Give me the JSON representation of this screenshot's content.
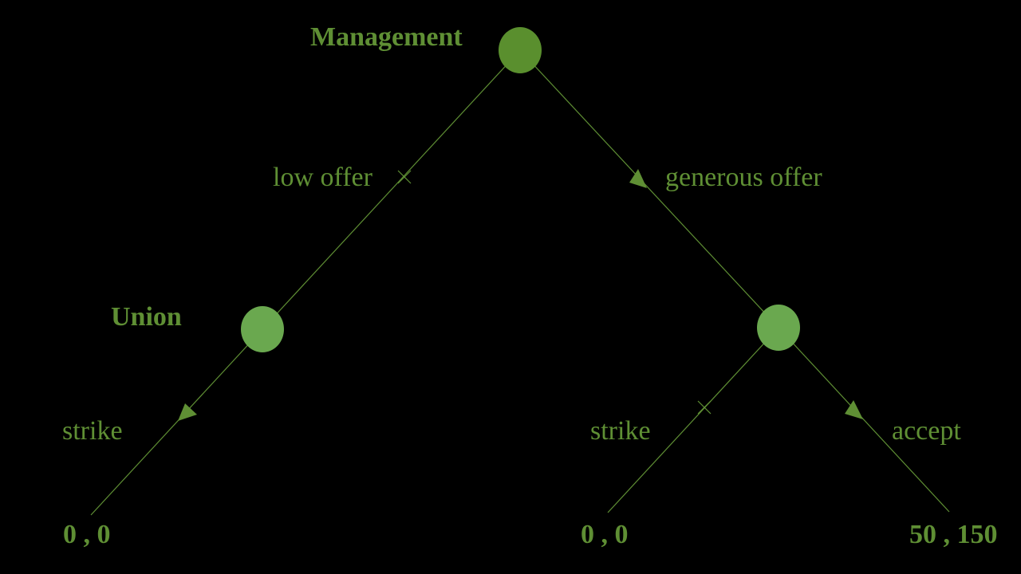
{
  "colors": {
    "background": "#000000",
    "management_node": "#5a8f2e",
    "union_node": "#6aa84f",
    "edge": "#5f8f34",
    "text": "#5f8f34",
    "arrow": "#5f8f34"
  },
  "players": {
    "management": "Management",
    "union": "Union"
  },
  "actions": {
    "low_offer": "low offer",
    "generous_offer": "generous offer",
    "strike_left": "strike",
    "strike_right": "strike",
    "accept": "accept"
  },
  "payoffs": {
    "low_strike": "0 , 0",
    "generous_strike": "0 , 0",
    "generous_accept": "50 , 150"
  }
}
